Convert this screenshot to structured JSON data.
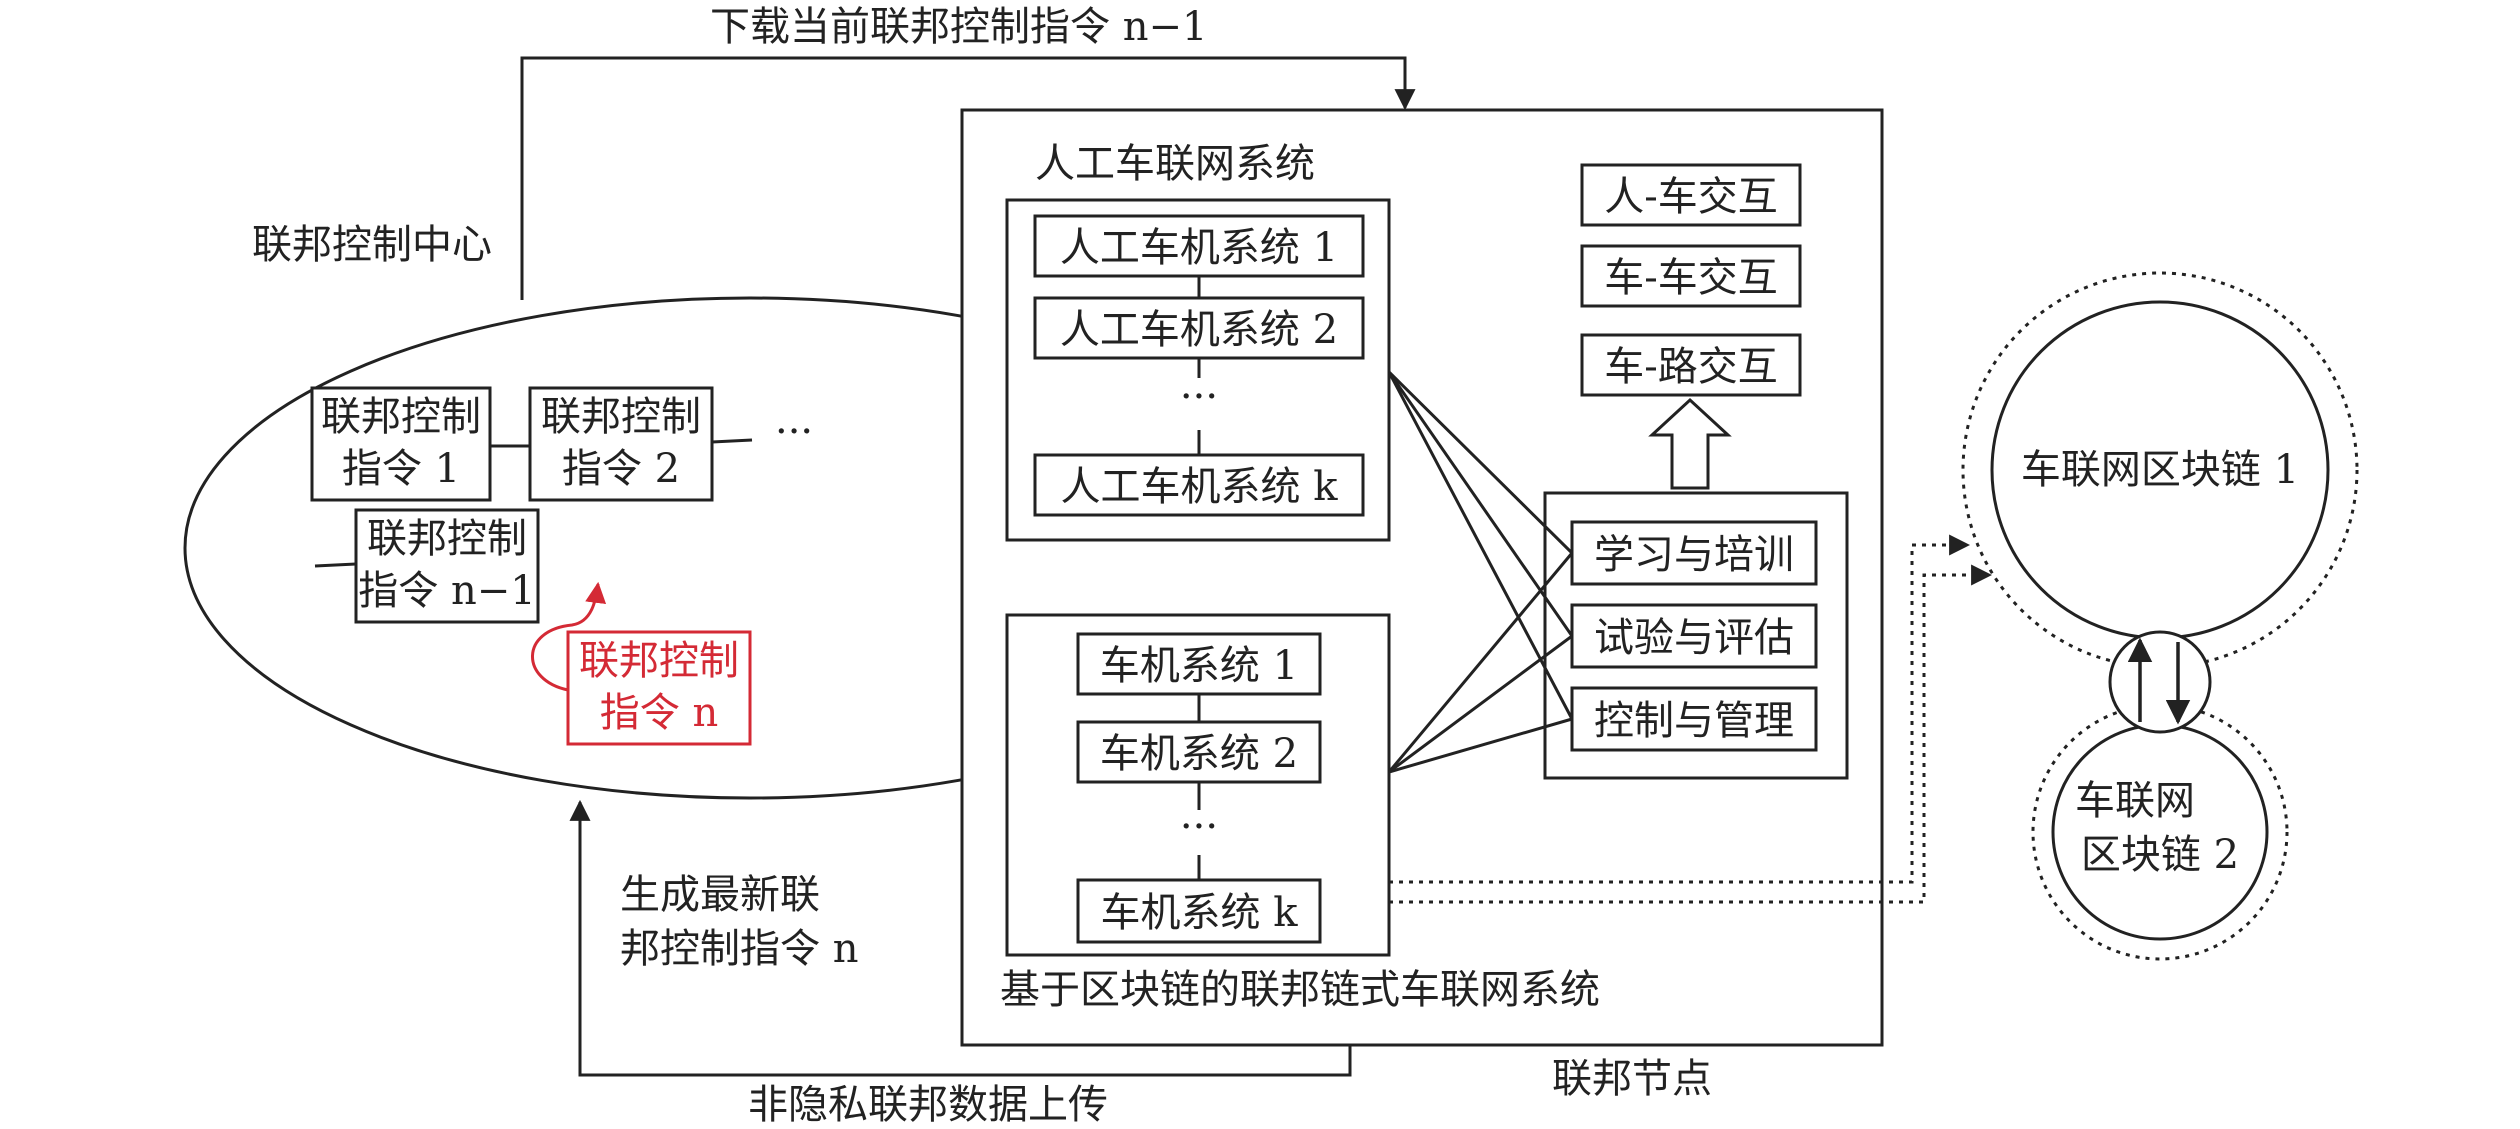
{
  "top_arrow_label": "下载当前联邦控制指令 n−1",
  "bottom_label": "非隐私联邦数据上传",
  "center": {
    "label": "联邦控制中心",
    "instructions": [
      {
        "line1": "联邦控制",
        "line2": "指令 1"
      },
      {
        "line1": "联邦控制",
        "line2": "指令 2"
      },
      {
        "line1": "联邦控制",
        "line2": "指令 n−1"
      }
    ],
    "new_instruction": {
      "line1": "联邦控制",
      "line2": "指令 n"
    },
    "ellipsis": "···"
  },
  "generate_label": {
    "line1": "生成最新联",
    "line2": "邦控制指令 n"
  },
  "node": {
    "label": "联邦节点",
    "manual_system": {
      "title": "人工车联网系统",
      "items": [
        "人工车机系统 1",
        "人工车机系统 2",
        "人工车机系统 k"
      ],
      "ellipsis": "···"
    },
    "blockchain_system": {
      "title": "基于区块链的联邦链式车联网系统",
      "items": [
        "车机系统 1",
        "车机系统 2",
        "车机系统 k"
      ],
      "ellipsis": "···"
    },
    "interactions": [
      "人-车交互",
      "车-车交互",
      "车-路交互"
    ],
    "functions": [
      "学习与培训",
      "试验与评估",
      "控制与管理"
    ]
  },
  "blockchains": [
    {
      "line1": "车联网区块链 1"
    },
    {
      "line1": "车联网",
      "line2": "区块链 2"
    }
  ],
  "colors": {
    "ink": "#222222",
    "highlight": "#d42a35"
  }
}
